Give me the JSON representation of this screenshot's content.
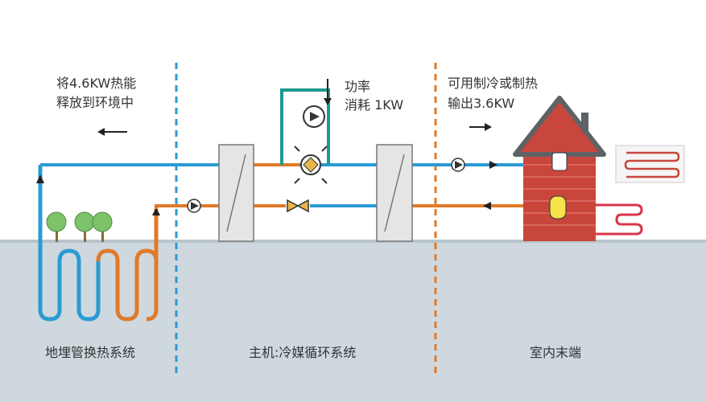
{
  "colors": {
    "cold_pipe": "#2a9bd4",
    "hot_pipe": "#e07a2a",
    "teal_loop": "#1f9a8f",
    "ground": "#cfd8de",
    "brick": "#c9463d",
    "roof": "#5e6266",
    "exchanger": "#e5e5e5",
    "divider_left": "#2a9bd4",
    "divider_right": "#e07a2a",
    "tree": "#7cc36a"
  },
  "labels": {
    "release_line1": "将4.6KW热能",
    "release_line2": "释放到环境中",
    "power_line1": "功率",
    "power_line2": "消耗 1KW",
    "output_line1": "可用制冷或制热",
    "output_line2": "输出3.6KW"
  },
  "sections": {
    "ground_loop": "地埋管换热系统",
    "host": "主机:冷媒循环系统",
    "terminal": "室内末端"
  },
  "icons": [
    "left-arrow-icon",
    "right-arrow-icon",
    "down-arrow-icon",
    "pump-icon",
    "compressor-icon",
    "expansion-valve-icon",
    "heat-exchanger-icon",
    "tree-icon",
    "house-icon",
    "radiator-icon"
  ]
}
